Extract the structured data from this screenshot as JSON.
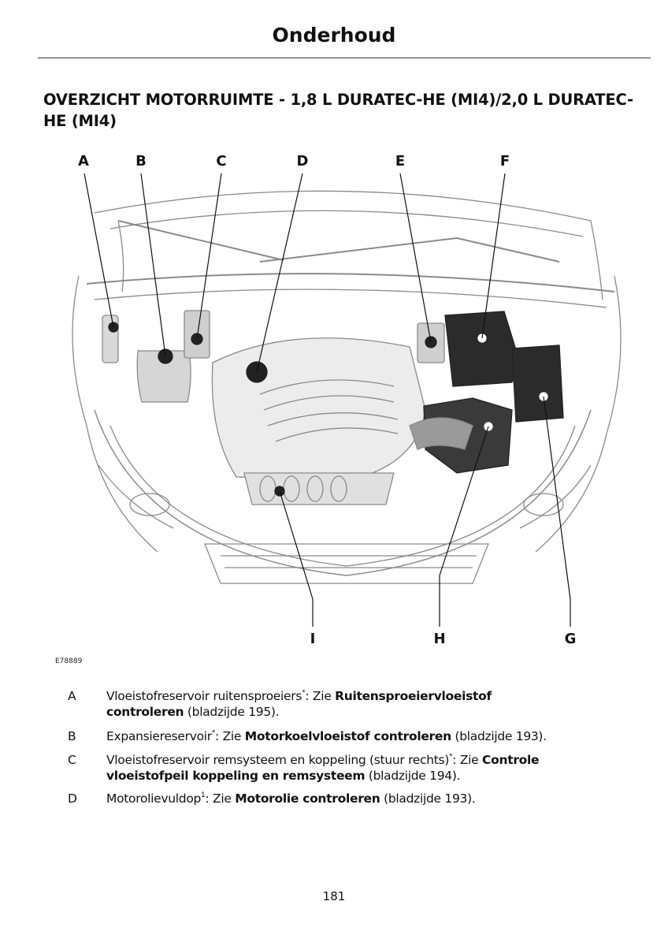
{
  "header": {
    "title": "Onderhoud"
  },
  "section": {
    "title": "OVERZICHT MOTORRUIMTE - 1,8 L DURATEC-HE (MI4)/2,0 L DURATEC-HE (MI4)"
  },
  "figure": {
    "code": "E78889",
    "callouts_top": [
      "A",
      "B",
      "C",
      "D",
      "E",
      "F"
    ],
    "callouts_bottom": [
      "I",
      "H",
      "G"
    ]
  },
  "legend": [
    {
      "letter": "A",
      "text": "Vloeistofreservoir ruitensproeiers",
      "sup": "*",
      "pre": ": Zie ",
      "bold_lines": [
        "Ruitensproeiervloeistof",
        "controleren"
      ],
      "post": " (bladzijde 195)."
    },
    {
      "letter": "B",
      "text": "Expansiereservoir",
      "sup": "*",
      "pre": ": Zie ",
      "bold": "Motorkoelvloeistof controleren",
      "post": " (bladzijde 193)."
    },
    {
      "letter": "C",
      "text": "Vloeistofreservoir remsysteem en koppeling (stuur rechts)",
      "sup": "*",
      "pre": ": Zie ",
      "bold_lines": [
        "Controle",
        "vloeistofpeil koppeling en remsysteem"
      ],
      "post": " (bladzijde 194)."
    },
    {
      "letter": "D",
      "text": "Motorolievuldop",
      "sup": "1",
      "pre": ": Zie ",
      "bold": "Motorolie controleren",
      "post": " (bladzijde 193)."
    }
  ],
  "footer": {
    "page_number": "181"
  }
}
